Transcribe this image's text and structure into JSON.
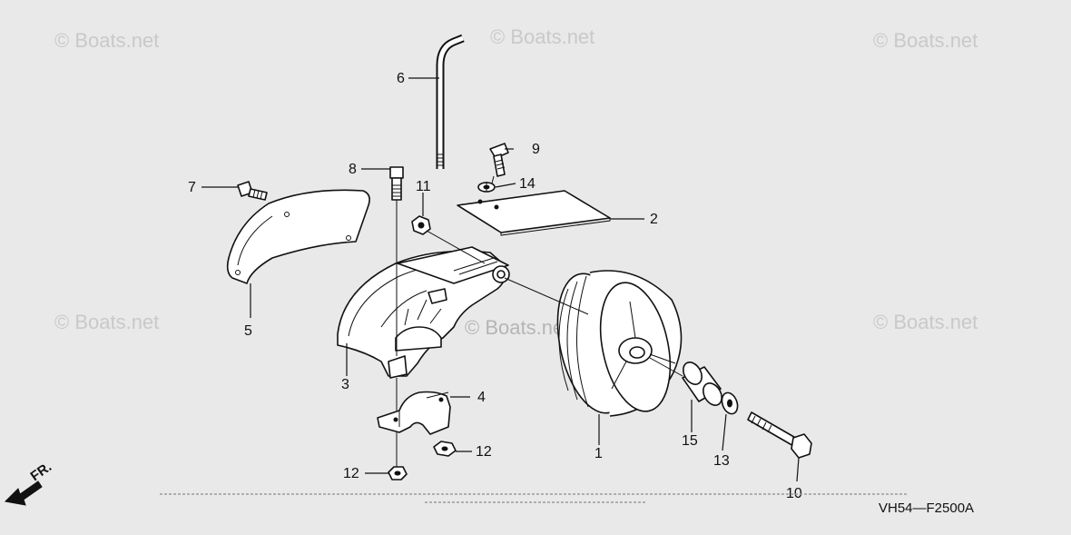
{
  "watermarks": [
    "© Boats.net",
    "© Boats.net",
    "© Boats.net",
    "© Boats.net",
    "© Boats.net",
    "© Boats.net"
  ],
  "callouts": {
    "c1": "1",
    "c2": "2",
    "c3": "3",
    "c4": "4",
    "c5": "5",
    "c6": "6",
    "c7": "7",
    "c8": "8",
    "c9": "9",
    "c10": "10",
    "c11": "11",
    "c12a": "12",
    "c12b": "12",
    "c13": "13",
    "c14": "14",
    "c15": "15"
  },
  "diagram_code": "VH54—F2500A",
  "front_indicator": "FR.",
  "colors": {
    "background": "#e9e9e9",
    "line": "#111111",
    "watermark": "#c9c9c9"
  }
}
